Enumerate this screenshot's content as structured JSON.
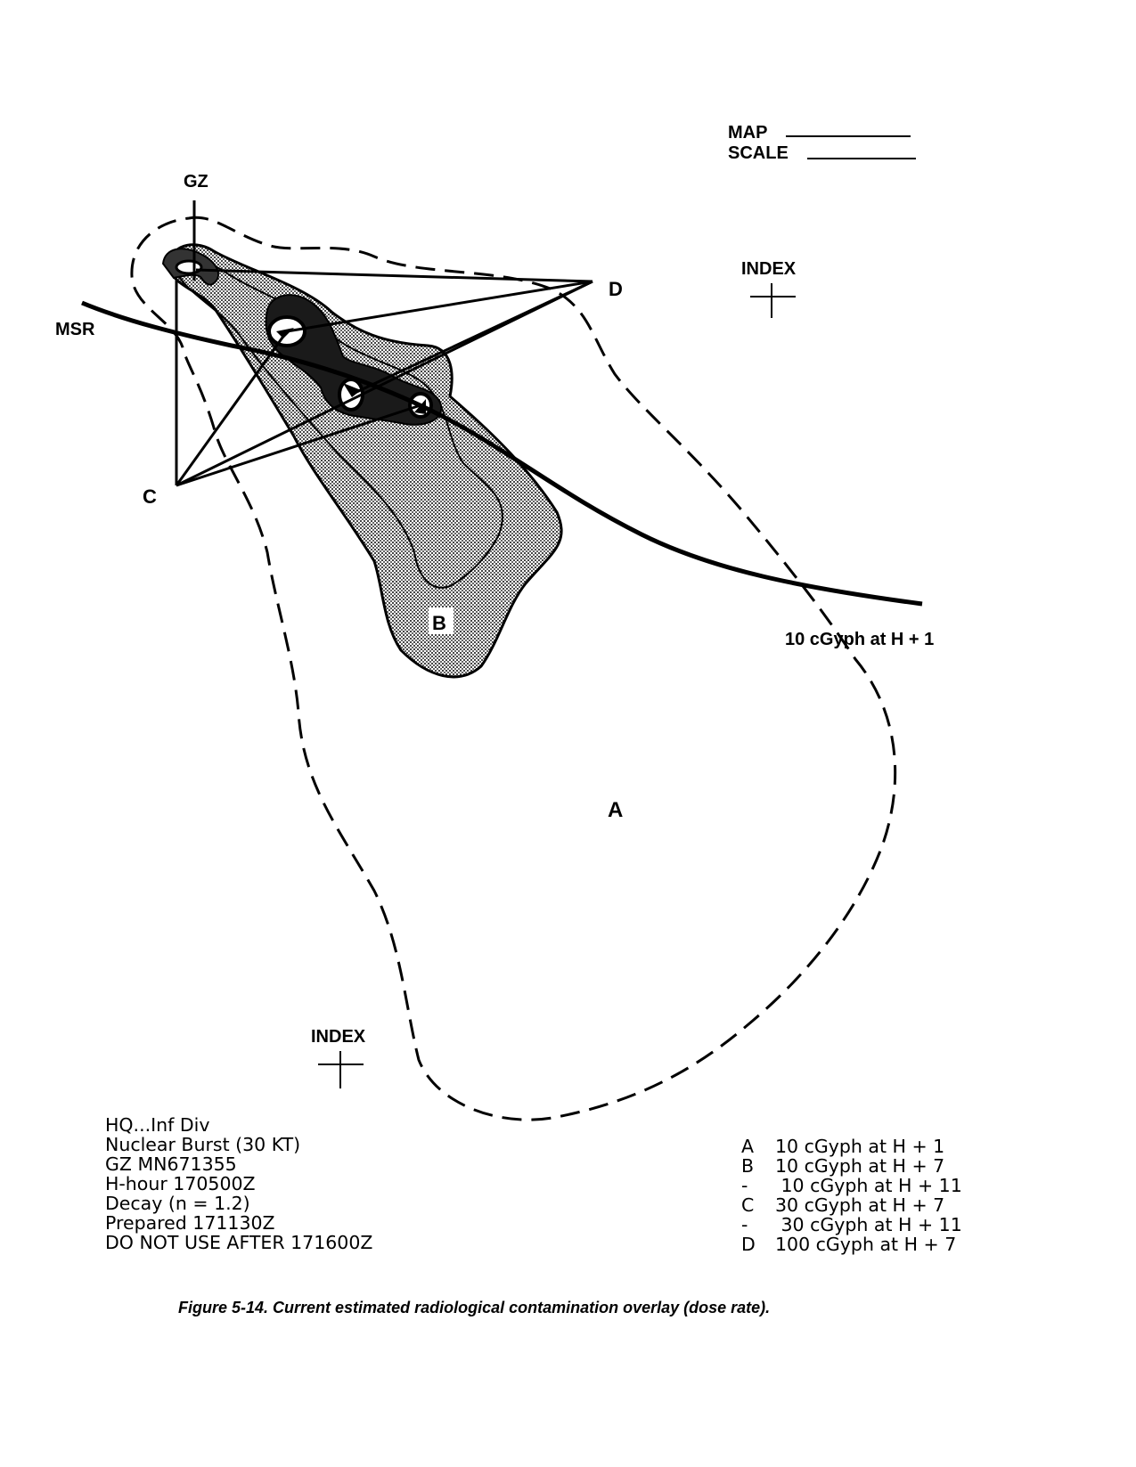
{
  "labels": {
    "map": "MAP",
    "scale": "SCALE",
    "gz": "GZ",
    "msr": "MSR",
    "d": "D",
    "c": "C",
    "b": "B",
    "a": "A",
    "index_top": "INDEX",
    "index_bottom": "INDEX",
    "contour_label": "10 cGyph at H + 1"
  },
  "info_block": [
    "HQ...Inf Div",
    "Nuclear Burst (30 KT)",
    "GZ MN671355",
    "H-hour 170500Z",
    "Decay (n = 1.2)",
    "Prepared 171130Z",
    "DO NOT USE AFTER 171600Z"
  ],
  "legend": [
    {
      "code": "A",
      "text": "10 cGyph at H + 1"
    },
    {
      "code": "B",
      "text": "10 cGyph at H + 7"
    },
    {
      "code": "-",
      "text": " 10 cGyph at H + 11"
    },
    {
      "code": "C",
      "text": "30 cGyph at H + 7"
    },
    {
      "code": "-",
      "text": " 30 cGyph at H + 11"
    },
    {
      "code": "D",
      "text": "100 cGyph at H + 7"
    }
  ],
  "caption": "Figure 5-14. Current estimated radiological contamination overlay (dose rate)."
}
